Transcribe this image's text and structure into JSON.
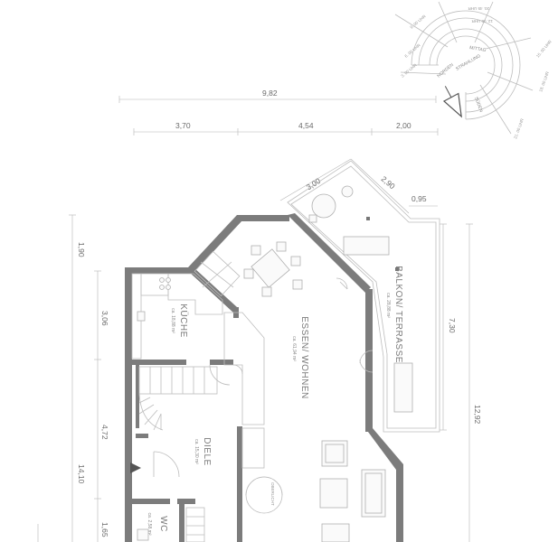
{
  "colors": {
    "wall": "#7c7c7c",
    "line": "#bdbdbd",
    "text": "#6a6a6a"
  },
  "dimensions": {
    "top_total": "9,82",
    "top_1": "3,70",
    "top_2": "4,54",
    "top_3": "2,00",
    "diag_1": "3,00",
    "diag_2": "2,90",
    "diag_3": "0,95",
    "left_1": "1,90",
    "left_2": "3,06",
    "left_3": "4,72",
    "left_4": "1,65",
    "left_total": "14,10",
    "right_1": "7,30",
    "right_total": "12,92"
  },
  "rooms": {
    "kitchen": {
      "name": "KÜCHE",
      "area": "ca. 18,88 m²"
    },
    "living": {
      "name": "ESSEN/ WOHNEN",
      "area": "ca. 61,94 m²"
    },
    "hall": {
      "name": "DIELE",
      "area": "ca. 15,30 m²"
    },
    "wc": {
      "name": "WC",
      "area": "ca. 2,58 m²"
    },
    "terrace": {
      "name": "BALKON/ TERRASSE",
      "area": "ca. 28,88 m²"
    }
  },
  "notes": {
    "skylight": "OBERLICHT"
  },
  "compass": {
    "north": "NORDEN",
    "sun_label": "STRAHLUNG",
    "inner_label": "MITTAG",
    "west_label": "SÜDEN",
    "times": [
      "12. 00 UHR",
      "15. 00 UHR",
      "18. 00 UHR",
      "9. 00 UHR",
      "6. 00 UHR",
      "3. 00 UHR",
      "21. 00 UHR",
      "20. 45 UHR"
    ]
  }
}
